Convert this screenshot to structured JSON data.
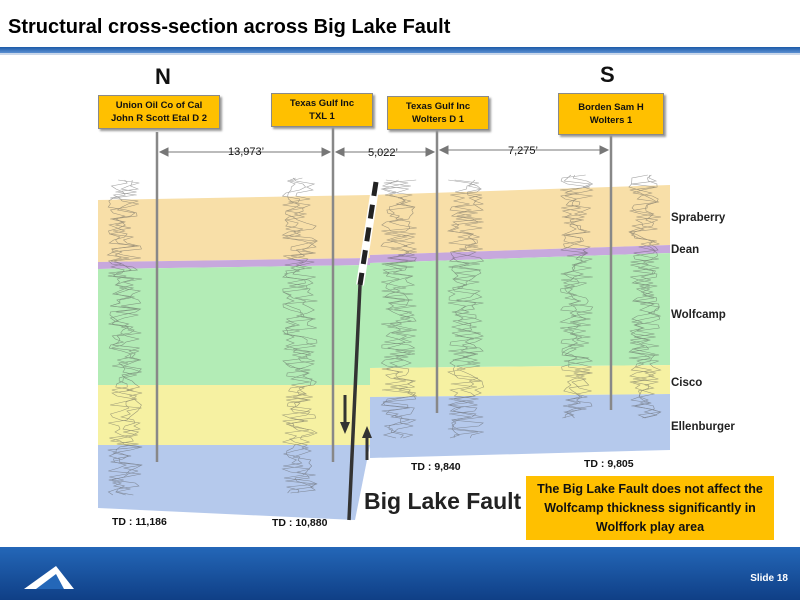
{
  "title": "Structural cross-section across Big Lake Fault",
  "directions": {
    "north": "N",
    "south": "S"
  },
  "wells": [
    {
      "line1": "Union Oil Co of Cal",
      "line2": "John R Scott Etal D 2",
      "td": "TD : 11,186"
    },
    {
      "line1": "Texas Gulf Inc",
      "line2": "TXL 1",
      "td": "TD : 10,880"
    },
    {
      "line1": "Texas Gulf Inc",
      "line2": "Wolters D 1",
      "td": "TD : 9,840"
    },
    {
      "line1": "Borden Sam H",
      "line2": "Wolters 1",
      "td": "TD : 9,805"
    }
  ],
  "distances": [
    "13,973’",
    "5,022’",
    "7,275’"
  ],
  "formations": [
    {
      "name": "Spraberry",
      "color": "#f8dfa8"
    },
    {
      "name": "Dean",
      "color": "#c7a8dd"
    },
    {
      "name": "Wolfcamp",
      "color": "#b3ecb6"
    },
    {
      "name": "Cisco",
      "color": "#f6f1a2"
    },
    {
      "name": "Ellenburger",
      "color": "#b5c9ec"
    }
  ],
  "fault_label": "Big Lake Fault",
  "note": "The Big Lake Fault does not affect the Wolfcamp thickness significantly in Wolffork play area",
  "slide_number": "Slide 18",
  "colors": {
    "accent": "#1c5aa8",
    "box": "#ffc000"
  }
}
